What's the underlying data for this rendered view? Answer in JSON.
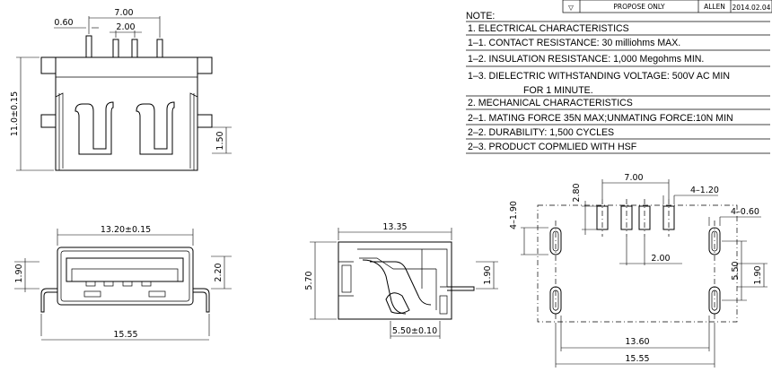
{
  "title_block": {
    "rev_symbol": "▽",
    "status": "PROPOSE ONLY",
    "drawn_by": "ALLEN",
    "date": "2014.02.04"
  },
  "notes": {
    "heading": "NOTE:",
    "lines": [
      "1. ELECTRICAL  CHARACTERISTICS",
      "1–1. CONTACT  RESISTANCE: 30  milliohms   MAX.",
      "1–2. INSULATION  RESISTANCE: 1,000  Megohms  MIN.",
      "1–3. DIELECTRIC  WITHSTANDING  VOLTAGE: 500V  AC  MIN",
      "FOR  1  MINUTE.",
      "2. MECHANICAL  CHARACTERISTICS",
      "2–1. MATING  FORCE  35N  MAX;UNMATING  FORCE:10N  MIN",
      "2–2. DURABILITY: 1,500  CYCLES",
      "2–3. PRODUCT  COPMLIED  WITH  HSF"
    ]
  },
  "dimensions": {
    "top_view": {
      "pin_span": "7.00",
      "pin_edge": "0.60",
      "pin_pitch": "2.00",
      "height": "11.0±0.15",
      "tab": "1.50"
    },
    "front_view": {
      "body_width": "13.20±0.15",
      "total_width": "15.55",
      "left_h": "1.90",
      "right_h": "2.20"
    },
    "side_view": {
      "length": "13.35",
      "height": "5.70",
      "lead_h": "1.90",
      "lead_pos": "5.50±0.10"
    },
    "footprint": {
      "pin_span": "7.00",
      "pad_height": "2.80",
      "pad_width": "4–1.20",
      "slot_h": "4–1.90",
      "slot_w": "4–0.60",
      "pitch": "2.00",
      "slot_vert": "5.50",
      "edge": "1.90",
      "inner_width": "13.60",
      "outer_width": "15.55"
    }
  }
}
